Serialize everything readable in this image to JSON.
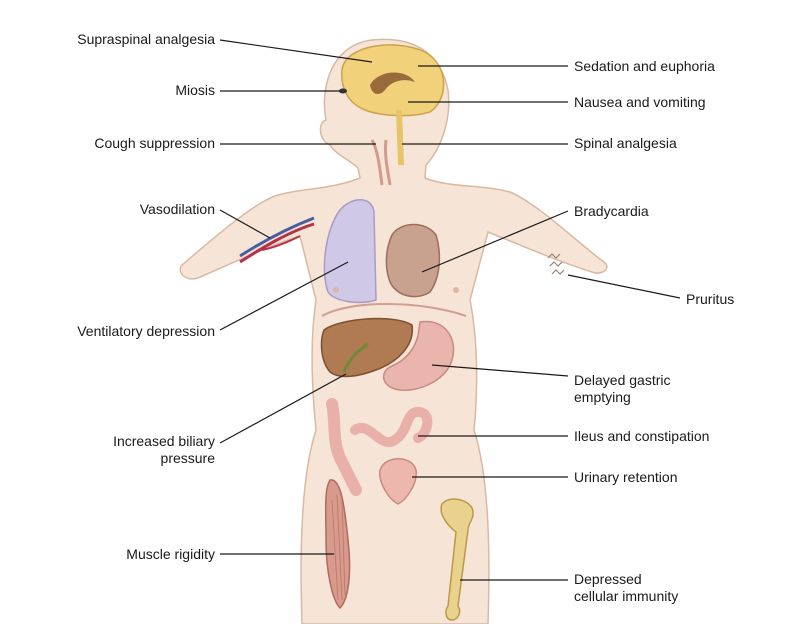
{
  "labels": {
    "supraspinal_analgesia": "Supraspinal analgesia",
    "miosis": "Miosis",
    "cough_suppression": "Cough suppression",
    "vasodilation": "Vasodilation",
    "ventilatory_depression": "Ventilatory depression",
    "increased_biliary_pressure": "Increased biliary\npressure",
    "muscle_rigidity": "Muscle rigidity",
    "sedation_and_euphoria": "Sedation and euphoria",
    "nausea_and_vomiting": "Nausea and vomiting",
    "spinal_analgesia": "Spinal analgesia",
    "bradycardia": "Bradycardia",
    "pruritus": "Pruritus",
    "delayed_gastric_emptying": "Delayed gastric\nemptying",
    "ileus_and_constipation": "Ileus and constipation",
    "urinary_retention": "Urinary retention",
    "depressed_cellular_immunity": "Depressed\ncellular immunity"
  },
  "colors": {
    "skin": "#f6e4d6",
    "skin_outline": "#d9b9a3",
    "brain": "#f1d27a",
    "lung": "#cfc8e6",
    "heart": "#c9a18f",
    "liver": "#b07a52",
    "stomach": "#eab5ad",
    "intestine": "#e8b0a8",
    "bladder": "#eeb7ad",
    "muscle": "#d99a8e",
    "bone": "#e9d18e",
    "leader_line": "#1a1a1a"
  }
}
